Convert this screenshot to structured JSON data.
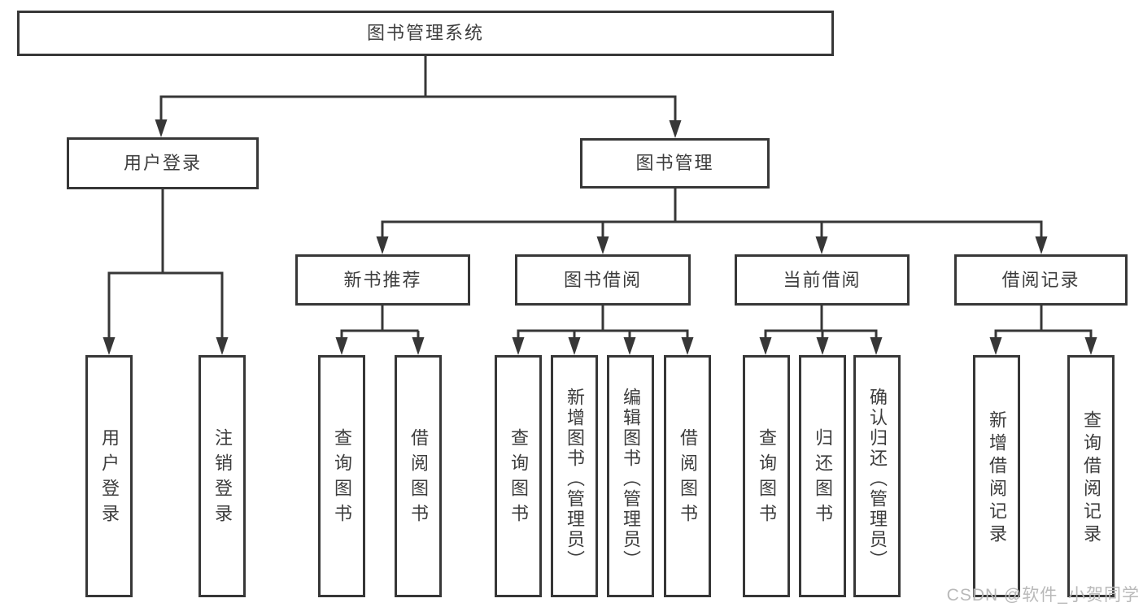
{
  "diagram": {
    "title": "图书管理系统",
    "root": {
      "label": "图书管理系统"
    },
    "level2": [
      {
        "id": "user-login",
        "label": "用户登录"
      },
      {
        "id": "book-management",
        "label": "图书管理"
      }
    ],
    "level3": [
      {
        "id": "new-book-recommendation",
        "label": "新书推荐",
        "parent": "book-management"
      },
      {
        "id": "book-borrowing",
        "label": "图书借阅",
        "parent": "book-management"
      },
      {
        "id": "current-borrowing",
        "label": "当前借阅",
        "parent": "book-management"
      },
      {
        "id": "borrowing-records",
        "label": "借阅记录",
        "parent": "book-management"
      }
    ],
    "leaves": [
      {
        "id": "user-login-leaf",
        "label": "用户登录",
        "parent": "user-login"
      },
      {
        "id": "logout",
        "label": "注销登录",
        "parent": "user-login"
      },
      {
        "id": "query-books-1",
        "label": "查询图书",
        "parent": "new-book-recommendation"
      },
      {
        "id": "borrow-books-1",
        "label": "借阅图书",
        "parent": "new-book-recommendation"
      },
      {
        "id": "query-books-2",
        "label": "查询图书",
        "parent": "book-borrowing"
      },
      {
        "id": "add-books-admin",
        "label": "新增图书（管理员）",
        "parent": "book-borrowing"
      },
      {
        "id": "edit-books-admin",
        "label": "编辑图书（管理员）",
        "parent": "book-borrowing"
      },
      {
        "id": "borrow-books-2",
        "label": "借阅图书",
        "parent": "book-borrowing"
      },
      {
        "id": "query-books-3",
        "label": "查询图书",
        "parent": "current-borrowing"
      },
      {
        "id": "return-books",
        "label": "归还图书",
        "parent": "current-borrowing"
      },
      {
        "id": "confirm-return-admin",
        "label": "确认归还（管理员）",
        "parent": "current-borrowing"
      },
      {
        "id": "add-borrow-record",
        "label": "新增借阅记录",
        "parent": "borrowing-records"
      },
      {
        "id": "query-borrow-record",
        "label": "查询借阅记录",
        "parent": "borrowing-records"
      }
    ]
  },
  "watermark": {
    "text": "CSDN @软件_小贺同学"
  },
  "colors": {
    "line": "#373737",
    "text": "#3d3d3d",
    "watermark": "#b9b9b9",
    "background": "#ffffff"
  }
}
